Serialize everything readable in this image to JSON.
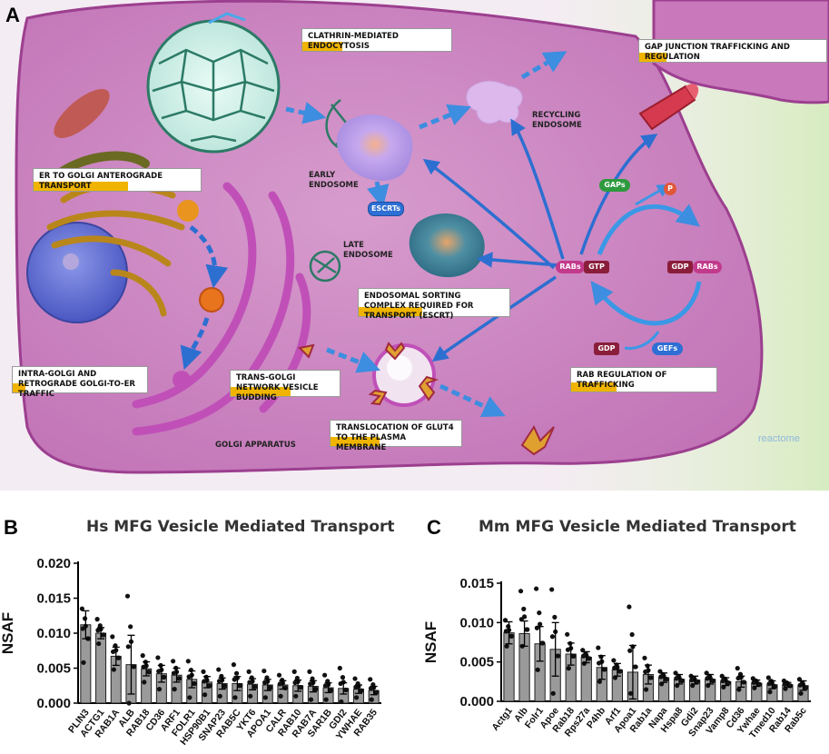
{
  "panels": {
    "a": "A",
    "b": "B",
    "c": "C"
  },
  "diagram": {
    "labels": {
      "early_endosome": "EARLY\nENDOSOME",
      "late_endosome": "LATE\nENDOSOME",
      "recycling_endosome": "RECYCLING\nENDOSOME",
      "golgi_apparatus": "GOLGI APPARATUS",
      "reactome": "reactome"
    },
    "boxes": {
      "clathrin": "CLATHRIN-MEDIATED ENDOCYTOSIS",
      "gap_junction": "GAP JUNCTION TRAFFICKING AND REGULATION",
      "er_golgi": "ER TO GOLGI ANTEROGRADE TRANSPORT",
      "escrt": "ENDOSOMAL SORTING COMPLEX REQUIRED FOR TRANSPORT (ESCRT)",
      "intra_golgi": "INTRA-GOLGI AND RETROGRADE GOLGI-TO-ER TRAFFIC",
      "tgn": "TRANS-GOLGI NETWORK VESICLE BUDDING",
      "rab_regulation": "RAB REGULATION OF TRAFFICKING",
      "glut4": "TRANSLOCATION OF GLUT4 TO THE PLASMA MEMBRANE"
    },
    "chips": {
      "escrts": "ESCRTs",
      "gaps": "GAPs",
      "p": "P",
      "rabs_left": "RABs",
      "gtp": "GTP",
      "gdp_right": "GDP",
      "rabs_right": "RABs",
      "gdp_bottom": "GDP",
      "gefs": "GEFs"
    },
    "colors": {
      "highlight": "#f0b400",
      "cell": "#c65fb4",
      "rab_chip": "#c23a8c"
    }
  },
  "chart_data": [
    {
      "type": "bar",
      "title": "Hs MFG Vesicle Mediated Transport",
      "ylabel": "NSAF",
      "xlabel": "",
      "ylim": [
        0,
        0.02
      ],
      "yticks": [
        "0.000",
        "0.005",
        "0.010",
        "0.015",
        "0.020"
      ],
      "categories": [
        "PLIN3",
        "ACTG1",
        "RAB1A",
        "ALB",
        "RAB18",
        "CD36",
        "ARF1",
        "FOLR1",
        "HSP90B1",
        "SNAP23",
        "RAB5C",
        "YKT6",
        "APOA1",
        "CALR",
        "RAB10",
        "RAB7A",
        "SAR1B",
        "GDI2",
        "YWHAE",
        "RAB35"
      ],
      "values": [
        0.0112,
        0.01,
        0.0067,
        0.0055,
        0.0049,
        0.0042,
        0.004,
        0.0034,
        0.003,
        0.0028,
        0.0028,
        0.0027,
        0.0026,
        0.0026,
        0.0025,
        0.0024,
        0.0022,
        0.0021,
        0.002,
        0.0018
      ],
      "errors": [
        0.002,
        0.0008,
        0.0013,
        0.0042,
        0.001,
        0.0012,
        0.001,
        0.0012,
        0.0008,
        0.0008,
        0.001,
        0.0008,
        0.0008,
        0.0006,
        0.0008,
        0.0008,
        0.0007,
        0.0008,
        0.0006,
        0.0006
      ],
      "point_max": [
        0.0135,
        0.012,
        0.0095,
        0.0153,
        0.0068,
        0.0065,
        0.006,
        0.006,
        0.0045,
        0.0048,
        0.0055,
        0.0045,
        0.0046,
        0.004,
        0.0045,
        0.0045,
        0.004,
        0.005,
        0.0035,
        0.0034
      ],
      "point_min": [
        0.0058,
        0.0085,
        0.0048,
        0.0,
        0.003,
        0.002,
        0.002,
        0.0008,
        0.0012,
        0.001,
        0.0008,
        0.001,
        0.0008,
        0.001,
        0.001,
        0.0005,
        0.0005,
        0.0002,
        0.0008,
        0.0005
      ]
    },
    {
      "type": "bar",
      "title": "Mm MFG Vesicle Mediated Transport",
      "ylabel": "NSAF",
      "xlabel": "",
      "ylim": [
        0,
        0.015
      ],
      "yticks": [
        "0.000",
        "0.005",
        "0.010",
        "0.015"
      ],
      "categories": [
        "Actg1",
        "Alb",
        "Folr1",
        "Apoe",
        "Rab18",
        "Rps27a",
        "P4hb",
        "Arf1",
        "Apoa1",
        "Rab1a",
        "Napa",
        "Hspa8",
        "Gdi2",
        "Snap23",
        "Vamp8",
        "Cd36",
        "Ywhae",
        "Tmed10",
        "Rab14",
        "Rab5c"
      ],
      "values": [
        0.0087,
        0.0086,
        0.0073,
        0.0066,
        0.006,
        0.0056,
        0.0043,
        0.004,
        0.0037,
        0.0034,
        0.003,
        0.0028,
        0.0027,
        0.0028,
        0.0025,
        0.0025,
        0.0023,
        0.0021,
        0.0021,
        0.002
      ],
      "errors": [
        0.0014,
        0.0016,
        0.0022,
        0.0034,
        0.0014,
        0.0007,
        0.0015,
        0.0008,
        0.0034,
        0.0012,
        0.0006,
        0.0006,
        0.0005,
        0.0006,
        0.0005,
        0.0007,
        0.0004,
        0.0005,
        0.0003,
        0.0006
      ],
      "point_max": [
        0.0103,
        0.014,
        0.0143,
        0.0142,
        0.0085,
        0.0065,
        0.0068,
        0.0052,
        0.012,
        0.0055,
        0.0038,
        0.0036,
        0.0032,
        0.0036,
        0.0032,
        0.0042,
        0.0029,
        0.003,
        0.0026,
        0.0028
      ],
      "point_min": [
        0.007,
        0.007,
        0.004,
        0.001,
        0.0042,
        0.0048,
        0.0025,
        0.003,
        0.001,
        0.0015,
        0.0022,
        0.002,
        0.002,
        0.002,
        0.0018,
        0.0015,
        0.0017,
        0.0012,
        0.0016,
        0.001
      ]
    }
  ]
}
